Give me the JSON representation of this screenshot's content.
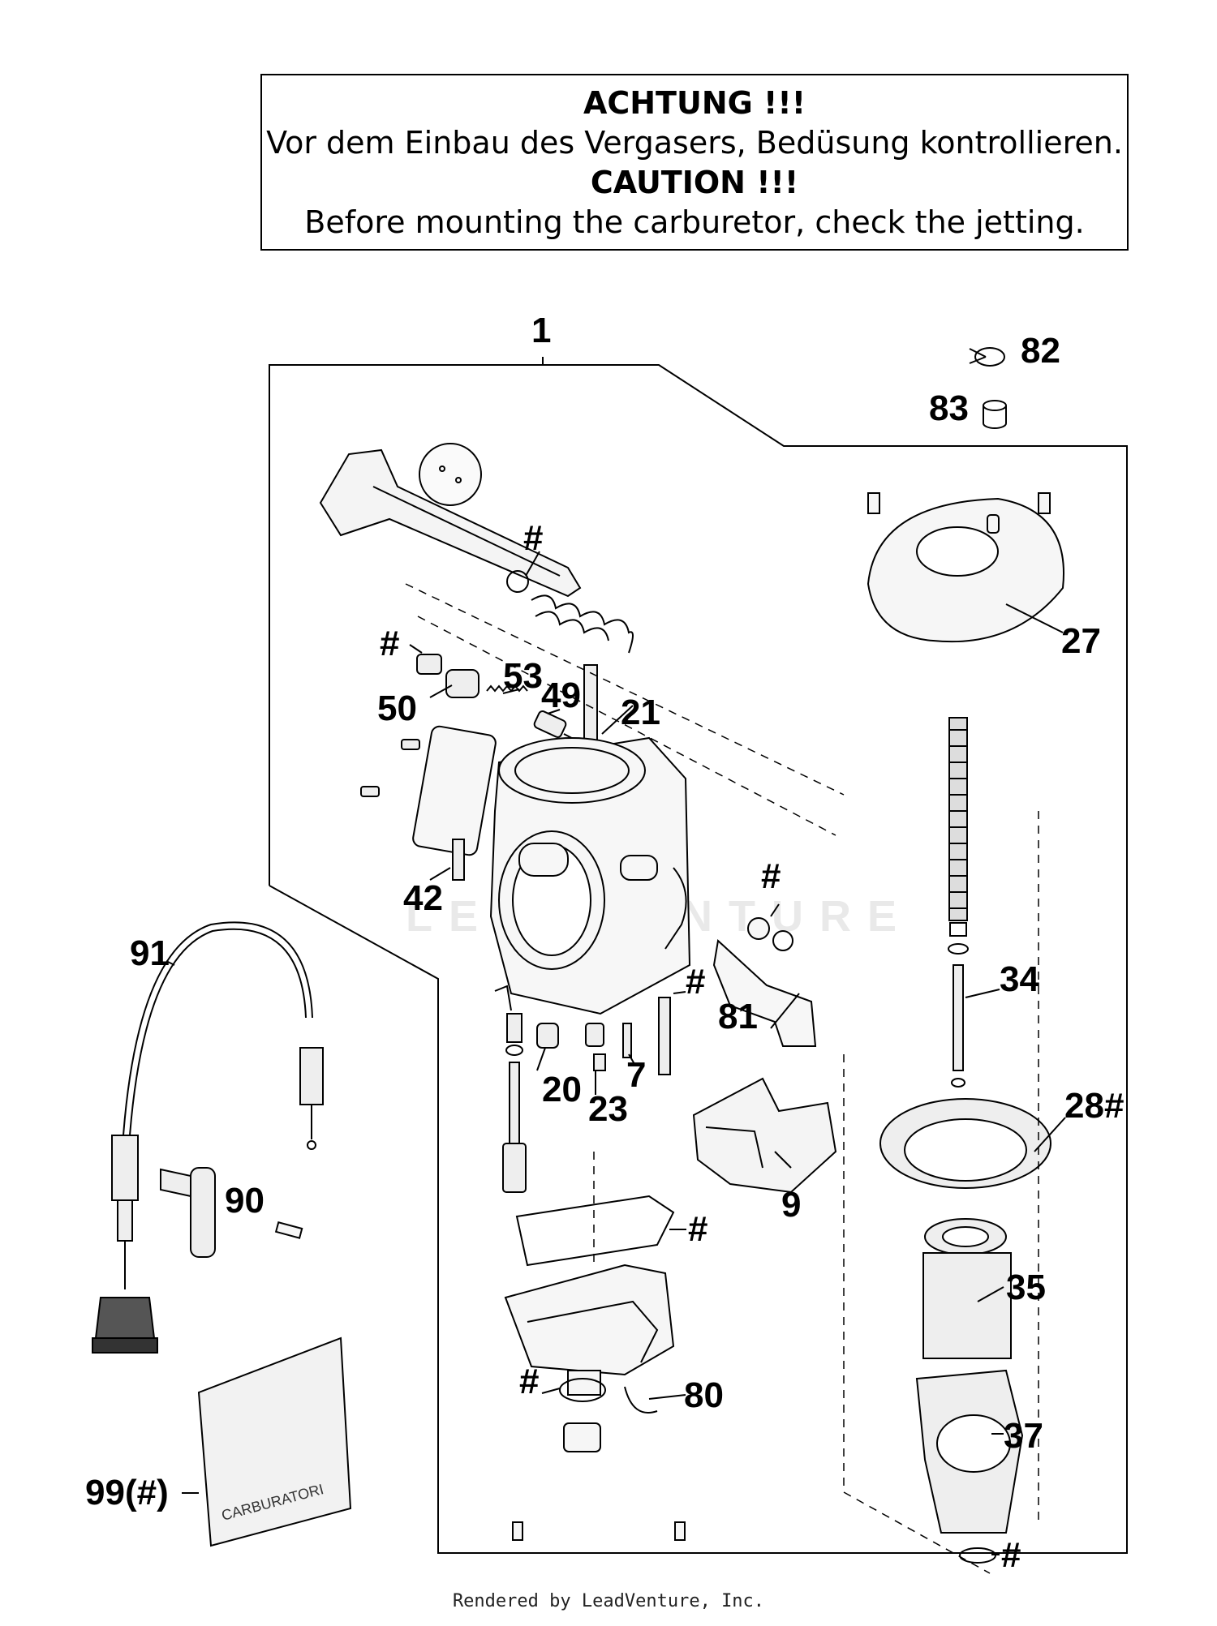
{
  "notice": {
    "heading_de": "ACHTUNG !!!",
    "text_de": "Vor dem Einbau des Vergasers, Bedüsung kontrollieren.",
    "heading_en": "CAUTION !!!",
    "text_en": "Before mounting the carburetor, check the jetting."
  },
  "watermark": "LEADVENTURE",
  "footer": "Rendered by LeadVenture, Inc.",
  "bag_label": "CARBURATORI",
  "callouts": {
    "c1": "1",
    "c82": "82",
    "c83": "83",
    "c27": "27",
    "c21": "21",
    "c50": "50",
    "c53": "53",
    "c49": "49",
    "c42": "42",
    "c91": "91",
    "c34": "34",
    "c81": "81",
    "c20": "20",
    "c7": "7",
    "c23": "23",
    "c28": "28#",
    "c9": "9",
    "c90": "90",
    "c35": "35",
    "c80": "80",
    "c37": "37",
    "c99": "99(#)",
    "h1": "#",
    "h2": "#",
    "h3": "#",
    "h4": "#",
    "h5": "#",
    "h6": "#",
    "h7": "#"
  }
}
